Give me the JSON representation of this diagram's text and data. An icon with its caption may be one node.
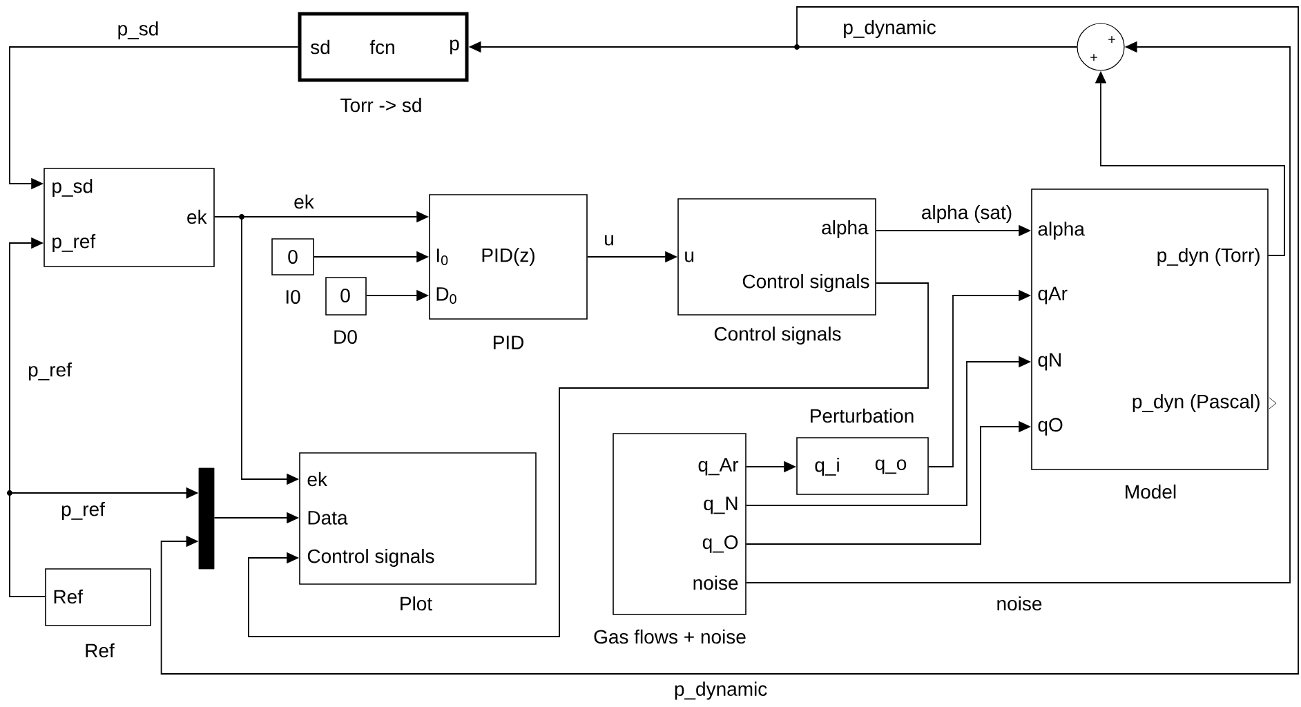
{
  "diagram": {
    "nodes": [
      {
        "text": [
          "sd",
          "fcn",
          "p"
        ],
        "beside": [
          "Torr -> sd"
        ]
      },
      {
        "text": [
          "p_sd",
          "p_ref",
          "ek"
        ]
      },
      {
        "text": [
          "0"
        ],
        "beside": [
          "I0"
        ]
      },
      {
        "text": [
          "0"
        ],
        "beside": [
          "D0"
        ]
      },
      {
        "text": [
          "I$_{0}$",
          "PID(z)",
          "D$_{0}$"
        ],
        "beside": [
          "PID"
        ]
      },
      {
        "text": [
          "u",
          "alpha",
          "Control signals"
        ],
        "beside": [
          "Control signals"
        ]
      },
      {
        "text": [
          "alpha",
          "qAr",
          "qN",
          "qO",
          "p_dyn (Torr)",
          "p_dyn (Pascal)"
        ],
        "beside": [
          "Model"
        ]
      },
      {
        "text": [
          "+",
          "+"
        ]
      },
      {
        "text": [],
        "shape": "bar"
      },
      {
        "text": [
          "ek",
          "Data",
          "Control signals"
        ],
        "beside": [
          "Plot"
        ]
      },
      {
        "text": [
          "Ref"
        ],
        "beside": [
          "Ref"
        ]
      },
      {
        "text": [
          "q_Ar",
          "q_N",
          "q_O",
          "noise"
        ],
        "beside": [
          "Gas flows + noise"
        ]
      },
      {
        "text": [
          "q_i",
          "q_o"
        ],
        "beside": [
          "Perturbation"
        ]
      }
    ],
    "edges": [
      {
        "from": 0,
        "to": 1,
        "arrow": "to",
        "label": "p_sd"
      },
      {
        "from": 7,
        "to": 0,
        "arrow": "to",
        "label": "p_dynamic"
      },
      {
        "from": 7,
        "to": 8,
        "arrow": "to",
        "label": "p_dynamic"
      },
      {
        "from": 6,
        "to": 7,
        "arrow": "to"
      },
      {
        "from": 11,
        "to": 7,
        "arrow": "to",
        "label": "noise"
      },
      {
        "from": 1,
        "to": 4,
        "arrow": "to",
        "label": "ek"
      },
      {
        "from": 1,
        "to": 9,
        "arrow": "to"
      },
      {
        "from": 2,
        "to": 4,
        "arrow": "to"
      },
      {
        "from": 3,
        "to": 4,
        "arrow": "to"
      },
      {
        "from": 4,
        "to": 5,
        "arrow": "to",
        "label": "u"
      },
      {
        "from": 5,
        "to": 6,
        "arrow": "to",
        "label": "alpha (sat)"
      },
      {
        "from": 5,
        "to": 9,
        "arrow": "to"
      },
      {
        "from": 10,
        "to": 1,
        "arrow": "to",
        "label": "p_ref"
      },
      {
        "from": 10,
        "to": 8,
        "arrow": "to",
        "label": "p_ref"
      },
      {
        "from": 8,
        "to": 9,
        "arrow": "to"
      },
      {
        "from": 11,
        "to": 12,
        "arrow": "to"
      },
      {
        "from": 12,
        "to": 6,
        "arrow": "to"
      },
      {
        "from": 11,
        "to": 6,
        "arrow": "to"
      },
      {
        "from": 11,
        "to": 6,
        "arrow": "to"
      }
    ]
  }
}
